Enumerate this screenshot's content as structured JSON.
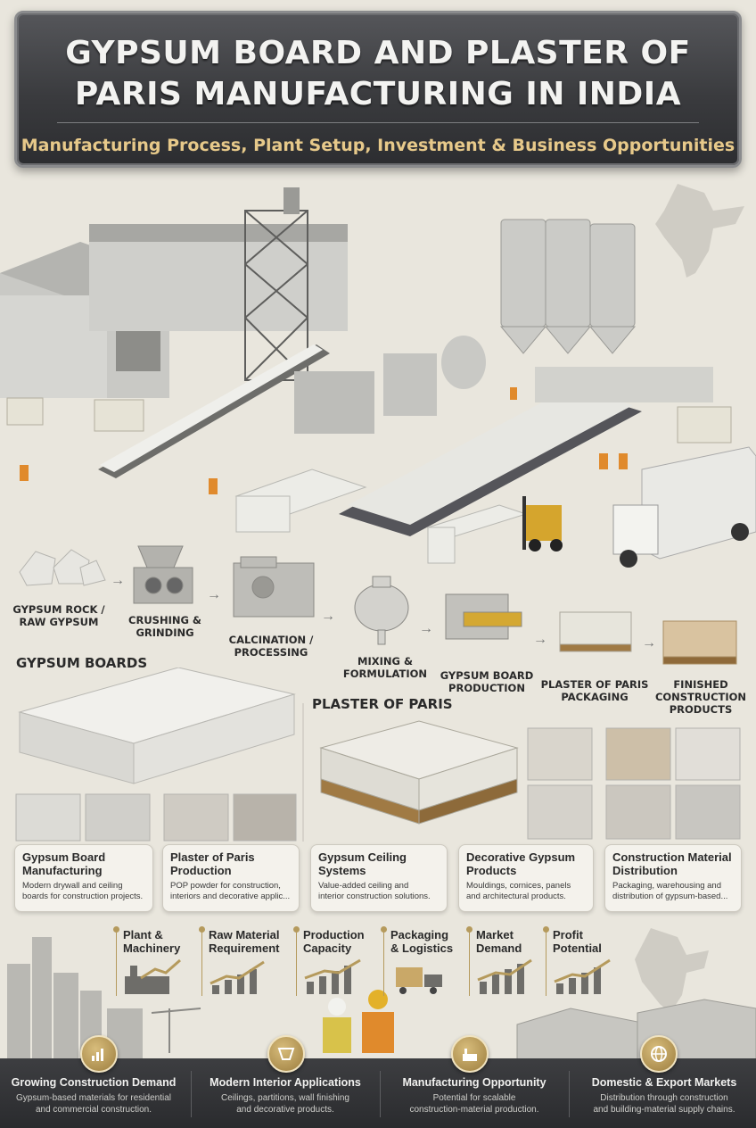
{
  "header": {
    "title_line1": "GYPSUM BOARD AND PLASTER OF",
    "title_line2": "PARIS MANUFACTURING IN INDIA",
    "subtitle": "Manufacturing Process, Plant Setup, Investment & Business Opportunities"
  },
  "process_steps": [
    {
      "label_line1": "GYPSUM ROCK /",
      "label_line2": "RAW GYPSUM"
    },
    {
      "label_line1": "CRUSHING &",
      "label_line2": "GRINDING"
    },
    {
      "label_line1": "CALCINATION /",
      "label_line2": "PROCESSING"
    },
    {
      "label_line1": "MIXING &",
      "label_line2": "FORMULATION"
    },
    {
      "label_line1": "GYPSUM BOARD",
      "label_line2": "PRODUCTION"
    },
    {
      "label_line1": "PLASTER OF PARIS",
      "label_line2": "PACKAGING"
    },
    {
      "label_line1": "FINISHED",
      "label_line2": "CONSTRUCTION",
      "label_line3": "PRODUCTS"
    }
  ],
  "sections": {
    "gypsum_boards": "GYPSUM BOARDS",
    "plaster_of_paris": "PLASTER OF PARIS"
  },
  "cards": [
    {
      "title_line1": "Gypsum Board",
      "title_line2": "Manufacturing",
      "desc_line1": "Modern drywall and ceiling",
      "desc_line2": "boards for construction projects."
    },
    {
      "title_line1": "Plaster of Paris",
      "title_line2": "Production",
      "desc_line1": "POP powder for construction,",
      "desc_line2": "interiors and decorative applic..."
    },
    {
      "title_line1": "Gypsum Ceiling",
      "title_line2": "Systems",
      "desc_line1": "Value-added ceiling and",
      "desc_line2": "interior construction solutions."
    },
    {
      "title_line1": "Decorative Gypsum",
      "title_line2": "Products",
      "desc_line1": "Mouldings, cornices, panels",
      "desc_line2": "and architectural products."
    },
    {
      "title_line1": "Construction Material",
      "title_line2": "Distribution",
      "desc_line1": "Packaging, warehousing and",
      "desc_line2": "distribution of gypsum-based..."
    }
  ],
  "metrics": [
    {
      "line1": "Plant &",
      "line2": "Machinery",
      "icon": "factory-icon"
    },
    {
      "line1": "Raw Material",
      "line2": "Requirement",
      "icon": "growth-chart-icon"
    },
    {
      "line1": "Production",
      "line2": "Capacity",
      "icon": "bar-chart-icon"
    },
    {
      "line1": "Packaging",
      "line2": "& Logistics",
      "icon": "truck-icon"
    },
    {
      "line1": "Market",
      "line2": "Demand",
      "icon": "bar-chart-icon"
    },
    {
      "line1": "Profit",
      "line2": "Potential",
      "icon": "growth-chart-icon"
    }
  ],
  "footer": [
    {
      "title": "Growing Construction Demand",
      "desc_line1": "Gypsum-based materials for residential",
      "desc_line2": "and commercial construction."
    },
    {
      "title": "Modern Interior Applications",
      "desc_line1": "Ceilings, partitions, wall finishing",
      "desc_line2": "and decorative products."
    },
    {
      "title": "Manufacturing Opportunity",
      "desc_line1": "Potential for scalable",
      "desc_line2": "construction-material production."
    },
    {
      "title": "Domestic & Export Markets",
      "desc_line1": "Distribution through construction",
      "desc_line2": "and building-material supply chains."
    }
  ],
  "colors": {
    "background": "#e9e6dd",
    "header_bg": "#3a3b3e",
    "subtitle_gold": "#e7c98a",
    "accent_gold": "#b59a5c",
    "footer_bg": "#2a2b2e"
  }
}
